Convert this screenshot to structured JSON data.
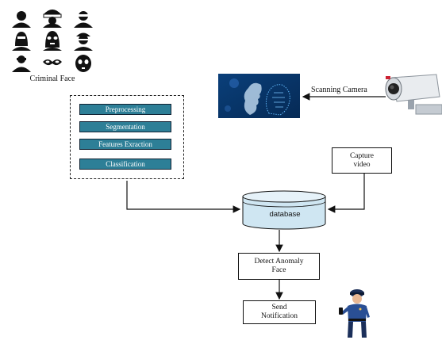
{
  "criminal_face": {
    "label": "Criminal Face"
  },
  "pipeline": {
    "steps": [
      "Preprocessing",
      "Segmentation",
      "Features Exraction",
      "Classification"
    ]
  },
  "scanning_camera": {
    "label": "Scanning Camera"
  },
  "capture_video": {
    "line1": "Capture",
    "line2": "video"
  },
  "database": {
    "label": "database"
  },
  "detect_anomaly": {
    "line1": "Detect Anomaly",
    "line2": "Face"
  },
  "send_notification": {
    "line1": "Send",
    "line2": "Notification"
  },
  "colors": {
    "step_fill": "#2d7f97",
    "db_fill": "#cfe6f2",
    "scan_bg": "#0a3f7a"
  }
}
